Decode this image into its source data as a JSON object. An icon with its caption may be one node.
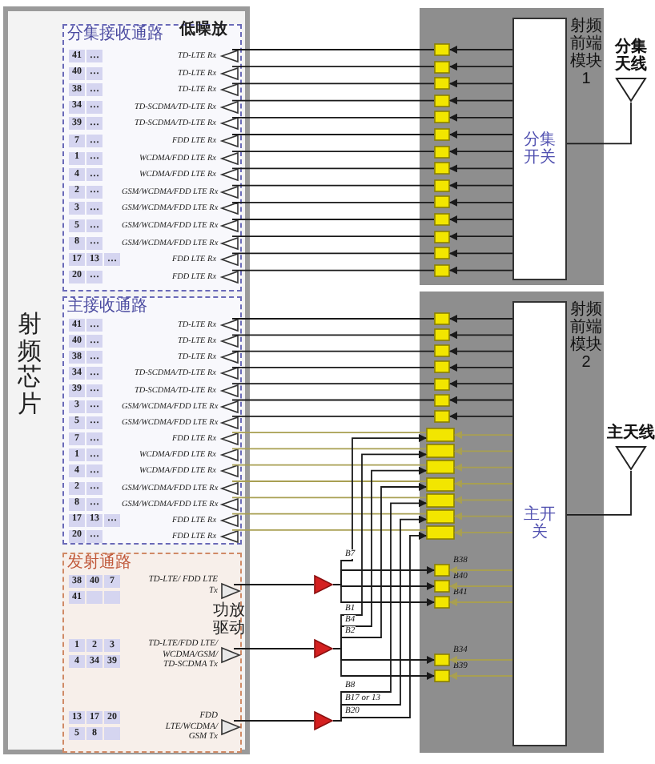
{
  "diagram": {
    "nodes": [
      {
        "text": [
          "射频芯片"
        ]
      },
      {
        "text": [
          "分集接收通路"
        ],
        "in": 0
      },
      {
        "text": [
          "41"
        ],
        "in": 1
      },
      {
        "text": [
          "…"
        ],
        "in": 1
      },
      {
        "text": [],
        "shape": "triangle",
        "beside": [
          "TD-LTE Rx"
        ],
        "in": 1
      },
      {
        "text": [
          "40"
        ],
        "in": 1
      },
      {
        "text": [
          "…"
        ],
        "in": 1
      },
      {
        "text": [],
        "shape": "triangle",
        "beside": [
          "TD-LTE Rx"
        ],
        "in": 1
      },
      {
        "text": [
          "38"
        ],
        "in": 1
      },
      {
        "text": [
          "…"
        ],
        "in": 1
      },
      {
        "text": [],
        "shape": "triangle",
        "beside": [
          "TD-LTE Rx"
        ],
        "in": 1
      },
      {
        "text": [
          "34"
        ],
        "in": 1
      },
      {
        "text": [
          "…"
        ],
        "in": 1
      },
      {
        "text": [],
        "shape": "triangle",
        "beside": [
          "TD-SCDMA/TD-LTE Rx"
        ],
        "in": 1
      },
      {
        "text": [
          "39"
        ],
        "in": 1
      },
      {
        "text": [
          "…"
        ],
        "in": 1
      },
      {
        "text": [],
        "shape": "triangle",
        "beside": [
          "TD-SCDMA/TD-LTE Rx"
        ],
        "in": 1
      },
      {
        "text": [
          "7"
        ],
        "in": 1
      },
      {
        "text": [
          "…"
        ],
        "in": 1
      },
      {
        "text": [],
        "shape": "triangle",
        "beside": [
          "FDD LTE Rx"
        ],
        "in": 1
      },
      {
        "text": [
          "1"
        ],
        "in": 1
      },
      {
        "text": [
          "…"
        ],
        "in": 1
      },
      {
        "text": [],
        "shape": "triangle",
        "beside": [
          "WCDMA/FDD LTE Rx"
        ],
        "in": 1
      },
      {
        "text": [
          "4"
        ],
        "in": 1
      },
      {
        "text": [
          "…"
        ],
        "in": 1
      },
      {
        "text": [],
        "shape": "triangle",
        "beside": [
          "WCDMA/FDD LTE Rx"
        ],
        "in": 1
      },
      {
        "text": [
          "2"
        ],
        "in": 1
      },
      {
        "text": [
          "…"
        ],
        "in": 1
      },
      {
        "text": [],
        "shape": "triangle",
        "beside": [
          "GSM/WCDMA/FDD LTE Rx"
        ],
        "in": 1
      },
      {
        "text": [
          "3"
        ],
        "in": 1
      },
      {
        "text": [
          "…"
        ],
        "in": 1
      },
      {
        "text": [],
        "shape": "triangle",
        "beside": [
          "GSM/WCDMA/FDD LTE Rx"
        ],
        "in": 1
      },
      {
        "text": [
          "5"
        ],
        "in": 1
      },
      {
        "text": [
          "…"
        ],
        "in": 1
      },
      {
        "text": [],
        "shape": "triangle",
        "beside": [
          "GSM/WCDMA/FDD LTE Rx"
        ],
        "in": 1
      },
      {
        "text": [
          "8"
        ],
        "in": 1
      },
      {
        "text": [
          "…"
        ],
        "in": 1
      },
      {
        "text": [],
        "shape": "triangle",
        "beside": [
          "GSM/WCDMA/FDD LTE Rx"
        ],
        "in": 1
      },
      {
        "text": [
          "17"
        ],
        "in": 1
      },
      {
        "text": [
          "13"
        ],
        "in": 1
      },
      {
        "text": [
          "…"
        ],
        "in": 1
      },
      {
        "text": [],
        "shape": "triangle",
        "beside": [
          "FDD LTE Rx"
        ],
        "in": 1
      },
      {
        "text": [
          "20"
        ],
        "in": 1
      },
      {
        "text": [
          "…"
        ],
        "in": 1
      },
      {
        "text": [],
        "shape": "triangle",
        "beside": [
          "FDD LTE Rx"
        ],
        "in": 1
      },
      {
        "text": [
          "主接收通路"
        ],
        "in": 0
      },
      {
        "text": [
          "41"
        ],
        "in": 45
      },
      {
        "text": [
          "…"
        ],
        "in": 45
      },
      {
        "text": [],
        "shape": "triangle",
        "beside": [
          "TD-LTE Rx"
        ],
        "in": 45
      },
      {
        "text": [
          "40"
        ],
        "in": 45
      },
      {
        "text": [
          "…"
        ],
        "in": 45
      },
      {
        "text": [],
        "shape": "triangle",
        "beside": [
          "TD-LTE Rx"
        ],
        "in": 45
      },
      {
        "text": [
          "38"
        ],
        "in": 45
      },
      {
        "text": [
          "…"
        ],
        "in": 45
      },
      {
        "text": [],
        "shape": "triangle",
        "beside": [
          "TD-LTE Rx"
        ],
        "in": 45
      },
      {
        "text": [
          "34"
        ],
        "in": 45
      },
      {
        "text": [
          "…"
        ],
        "in": 45
      },
      {
        "text": [],
        "shape": "triangle",
        "beside": [
          "TD-SCDMA/TD-LTE Rx"
        ],
        "in": 45
      },
      {
        "text": [
          "39"
        ],
        "in": 45
      },
      {
        "text": [
          "…"
        ],
        "in": 45
      },
      {
        "text": [],
        "shape": "triangle",
        "beside": [
          "TD-SCDMA/TD-LTE Rx"
        ],
        "in": 45
      },
      {
        "text": [
          "3"
        ],
        "in": 45
      },
      {
        "text": [
          "…"
        ],
        "in": 45
      },
      {
        "text": [],
        "shape": "triangle",
        "beside": [
          "GSM/WCDMA/FDD LTE Rx"
        ],
        "in": 45
      },
      {
        "text": [
          "5"
        ],
        "in": 45
      },
      {
        "text": [
          "…"
        ],
        "in": 45
      },
      {
        "text": [],
        "shape": "triangle",
        "beside": [
          "GSM/WCDMA/FDD LTE Rx"
        ],
        "in": 45
      },
      {
        "text": [
          "7"
        ],
        "in": 45
      },
      {
        "text": [
          "…"
        ],
        "in": 45
      },
      {
        "text": [],
        "shape": "triangle",
        "beside": [
          "FDD LTE Rx"
        ],
        "in": 45
      },
      {
        "text": [
          "1"
        ],
        "in": 45
      },
      {
        "text": [
          "…"
        ],
        "in": 45
      },
      {
        "text": [],
        "shape": "triangle",
        "beside": [
          "WCDMA/FDD LTE Rx"
        ],
        "in": 45
      },
      {
        "text": [
          "4"
        ],
        "in": 45
      },
      {
        "text": [
          "…"
        ],
        "in": 45
      },
      {
        "text": [],
        "shape": "triangle",
        "beside": [
          "WCDMA/FDD LTE Rx"
        ],
        "in": 45
      },
      {
        "text": [
          "2"
        ],
        "in": 45
      },
      {
        "text": [
          "…"
        ],
        "in": 45
      },
      {
        "text": [],
        "shape": "triangle",
        "beside": [
          "GSM/WCDMA/FDD LTE Rx"
        ],
        "in": 45
      },
      {
        "text": [
          "8"
        ],
        "in": 45
      },
      {
        "text": [
          "…"
        ],
        "in": 45
      },
      {
        "text": [],
        "shape": "triangle",
        "beside": [
          "GSM/WCDMA/FDD LTE Rx"
        ],
        "in": 45
      },
      {
        "text": [
          "17"
        ],
        "in": 45
      },
      {
        "text": [
          "13"
        ],
        "in": 45
      },
      {
        "text": [
          "…"
        ],
        "in": 45
      },
      {
        "text": [],
        "shape": "triangle",
        "beside": [
          "FDD LTE Rx"
        ],
        "in": 45
      },
      {
        "text": [
          "20"
        ],
        "in": 45
      },
      {
        "text": [
          "…"
        ],
        "in": 45
      },
      {
        "text": [],
        "shape": "triangle",
        "beside": [
          "FDD LTE Rx"
        ],
        "in": 45
      },
      {
        "text": [
          "发射通路"
        ],
        "in": 0
      },
      {
        "text": [
          "38"
        ],
        "in": 89
      },
      {
        "text": [
          "40"
        ],
        "in": 89
      },
      {
        "text": [
          "7"
        ],
        "in": 89
      },
      {
        "text": [
          "41"
        ],
        "in": 89
      },
      {
        "text": [],
        "shape": "triangle",
        "beside": [
          "TD-LTE/ FDD LTE Tx",
          "功放驱动"
        ],
        "in": 89
      },
      {
        "text": [
          "1"
        ],
        "in": 89
      },
      {
        "text": [
          "2"
        ],
        "in": 89
      },
      {
        "text": [
          "3"
        ],
        "in": 89
      },
      {
        "text": [
          "4"
        ],
        "in": 89
      },
      {
        "text": [
          "34"
        ],
        "in": 89
      },
      {
        "text": [
          "39"
        ],
        "in": 89
      },
      {
        "text": [],
        "shape": "triangle",
        "beside": [
          "TD-LTE/FDD LTE/ WCDMA/GSM/ TD-SCDMA Tx"
        ],
        "in": 89
      },
      {
        "text": [
          "13"
        ],
        "in": 89
      },
      {
        "text": [
          "17"
        ],
        "in": 89
      },
      {
        "text": [
          "20"
        ],
        "in": 89
      },
      {
        "text": [
          "5"
        ],
        "in": 89
      },
      {
        "text": [
          "8"
        ],
        "in": 89
      },
      {
        "text": [],
        "shape": "triangle",
        "beside": [
          "FDD LTE/WCDMA/ GSM Tx"
        ],
        "in": 89
      },
      {
        "text": [],
        "shape": "triangle"
      },
      {
        "text": [],
        "shape": "triangle"
      },
      {
        "text": [],
        "shape": "triangle"
      },
      {
        "text": [
          "射频前端模块 1"
        ]
      },
      {
        "text": [
          "分集开关"
        ],
        "in": 111
      },
      {
        "text": [],
        "shape": "box",
        "in": 111
      },
      {
        "text": [],
        "shape": "box",
        "in": 111
      },
      {
        "text": [],
        "shape": "box",
        "in": 111
      },
      {
        "text": [],
        "shape": "box",
        "in": 111
      },
      {
        "text": [],
        "shape": "box",
        "in": 111
      },
      {
        "text": [],
        "shape": "box",
        "in": 111
      },
      {
        "text": [],
        "shape": "box",
        "in": 111
      },
      {
        "text": [],
        "shape": "box",
        "in": 111
      },
      {
        "text": [],
        "shape": "box",
        "in": 111
      },
      {
        "text": [],
        "shape": "box",
        "in": 111
      },
      {
        "text": [],
        "shape": "box",
        "in": 111
      },
      {
        "text": [],
        "shape": "box",
        "in": 111
      },
      {
        "text": [],
        "shape": "box",
        "in": 111
      },
      {
        "text": [],
        "shape": "box",
        "in": 111
      },
      {
        "text": [
          "分集天线"
        ]
      },
      {
        "text": [
          "射频前端模块 2"
        ]
      },
      {
        "text": [
          "主开关"
        ],
        "in": 128
      },
      {
        "text": [],
        "shape": "box",
        "in": 128
      },
      {
        "text": [],
        "shape": "box",
        "in": 128
      },
      {
        "text": [],
        "shape": "box",
        "in": 128
      },
      {
        "text": [],
        "shape": "box",
        "in": 128
      },
      {
        "text": [],
        "shape": "box",
        "in": 128
      },
      {
        "text": [],
        "shape": "box",
        "in": 128
      },
      {
        "text": [],
        "shape": "box",
        "in": 128
      },
      {
        "text": [],
        "shape": "box",
        "in": 128
      },
      {
        "text": [],
        "shape": "box",
        "in": 128
      },
      {
        "text": [],
        "shape": "box",
        "in": 128
      },
      {
        "text": [],
        "shape": "box",
        "in": 128
      },
      {
        "text": [],
        "shape": "box",
        "in": 128
      },
      {
        "text": [],
        "shape": "box",
        "in": 128
      },
      {
        "text": [],
        "shape": "box",
        "in": 128
      },
      {
        "text": [],
        "shape": "box",
        "beside": [
          "B38"
        ],
        "in": 128
      },
      {
        "text": [],
        "shape": "box",
        "beside": [
          "B40"
        ],
        "in": 128
      },
      {
        "text": [],
        "shape": "box",
        "beside": [
          "B41"
        ],
        "in": 128
      },
      {
        "text": [],
        "shape": "box",
        "beside": [
          "B34"
        ],
        "in": 128
      },
      {
        "text": [],
        "shape": "box",
        "beside": [
          "B39"
        ],
        "in": 128
      },
      {
        "text": [
          "主天线"
        ]
      }
    ],
    "edges": [
      {
        "from": 113,
        "to": 4,
        "arrow": "none"
      },
      {
        "from": 112,
        "to": 113,
        "arrow": "to"
      },
      {
        "from": 114,
        "to": 7,
        "arrow": "none"
      },
      {
        "from": 112,
        "to": 114,
        "arrow": "to"
      },
      {
        "from": 115,
        "to": 10,
        "arrow": "none"
      },
      {
        "from": 112,
        "to": 115,
        "arrow": "to"
      },
      {
        "from": 116,
        "to": 13,
        "arrow": "none"
      },
      {
        "from": 112,
        "to": 116,
        "arrow": "to"
      },
      {
        "from": 117,
        "to": 16,
        "arrow": "none"
      },
      {
        "from": 112,
        "to": 117,
        "arrow": "to"
      },
      {
        "from": 118,
        "to": 19,
        "arrow": "none"
      },
      {
        "from": 112,
        "to": 118,
        "arrow": "to"
      },
      {
        "from": 119,
        "to": 22,
        "arrow": "none"
      },
      {
        "from": 112,
        "to": 119,
        "arrow": "to"
      },
      {
        "from": 120,
        "to": 25,
        "arrow": "none"
      },
      {
        "from": 112,
        "to": 120,
        "arrow": "to"
      },
      {
        "from": 121,
        "to": 28,
        "arrow": "none"
      },
      {
        "from": 112,
        "to": 121,
        "arrow": "to"
      },
      {
        "from": 122,
        "to": 31,
        "arrow": "none"
      },
      {
        "from": 112,
        "to": 122,
        "arrow": "to"
      },
      {
        "from": 123,
        "to": 34,
        "arrow": "none"
      },
      {
        "from": 112,
        "to": 123,
        "arrow": "to"
      },
      {
        "from": 124,
        "to": 37,
        "arrow": "none"
      },
      {
        "from": 112,
        "to": 124,
        "arrow": "to"
      },
      {
        "from": 125,
        "to": 41,
        "arrow": "none"
      },
      {
        "from": 112,
        "to": 125,
        "arrow": "to"
      },
      {
        "from": 126,
        "to": 44,
        "arrow": "none"
      },
      {
        "from": 112,
        "to": 126,
        "arrow": "to"
      },
      {
        "from": 112,
        "to": 127,
        "arrow": "none"
      },
      {
        "from": 130,
        "to": 48,
        "arrow": "none"
      },
      {
        "from": 129,
        "to": 130,
        "arrow": "to"
      },
      {
        "from": 131,
        "to": 51,
        "arrow": "none"
      },
      {
        "from": 129,
        "to": 131,
        "arrow": "to"
      },
      {
        "from": 132,
        "to": 54,
        "arrow": "none"
      },
      {
        "from": 129,
        "to": 132,
        "arrow": "to"
      },
      {
        "from": 133,
        "to": 57,
        "arrow": "none"
      },
      {
        "from": 129,
        "to": 133,
        "arrow": "to"
      },
      {
        "from": 134,
        "to": 60,
        "arrow": "none"
      },
      {
        "from": 129,
        "to": 134,
        "arrow": "to"
      },
      {
        "from": 135,
        "to": 63,
        "arrow": "none"
      },
      {
        "from": 129,
        "to": 135,
        "arrow": "to"
      },
      {
        "from": 136,
        "to": 66,
        "arrow": "none"
      },
      {
        "from": 129,
        "to": 136,
        "arrow": "to"
      },
      {
        "from": 137,
        "to": 69,
        "arrow": "none",
        "color": "#a89f52"
      },
      {
        "from": 129,
        "to": 137,
        "arrow": "to",
        "color": "#a89f52"
      },
      {
        "from": 138,
        "to": 72,
        "arrow": "none",
        "color": "#a89f52"
      },
      {
        "from": 129,
        "to": 138,
        "arrow": "to",
        "color": "#a89f52"
      },
      {
        "from": 139,
        "to": 75,
        "arrow": "none",
        "color": "#a89f52"
      },
      {
        "from": 129,
        "to": 139,
        "arrow": "to",
        "color": "#a89f52"
      },
      {
        "from": 140,
        "to": 78,
        "arrow": "none",
        "color": "#a89f52"
      },
      {
        "from": 129,
        "to": 140,
        "arrow": "to",
        "color": "#a89f52"
      },
      {
        "from": 141,
        "to": 81,
        "arrow": "none",
        "color": "#a89f52"
      },
      {
        "from": 129,
        "to": 141,
        "arrow": "to",
        "color": "#a89f52"
      },
      {
        "from": 142,
        "to": 85,
        "arrow": "none",
        "color": "#a89f52"
      },
      {
        "from": 129,
        "to": 142,
        "arrow": "to",
        "color": "#a89f52"
      },
      {
        "from": 143,
        "to": 88,
        "arrow": "none",
        "color": "#a89f52"
      },
      {
        "from": 129,
        "to": 143,
        "arrow": "to",
        "color": "#a89f52"
      },
      {
        "from": 129,
        "to": 144,
        "arrow": "to",
        "color": "#a89f52"
      },
      {
        "from": 129,
        "to": 145,
        "arrow": "to",
        "color": "#a89f52"
      },
      {
        "from": 129,
        "to": 146,
        "arrow": "to",
        "color": "#a89f52"
      },
      {
        "from": 129,
        "to": 147,
        "arrow": "to",
        "color": "#a89f52"
      },
      {
        "from": 129,
        "to": 148,
        "arrow": "to",
        "color": "#a89f52"
      },
      {
        "from": 129,
        "to": 149,
        "arrow": "none"
      },
      {
        "from": 94,
        "to": 108,
        "arrow": "none"
      },
      {
        "from": 101,
        "to": 109,
        "arrow": "none"
      },
      {
        "from": 107,
        "to": 110,
        "arrow": "none"
      },
      {
        "from": 108,
        "to": 137,
        "arrow": "to",
        "label": "B7"
      },
      {
        "from": 108,
        "to": 144,
        "arrow": "to"
      },
      {
        "from": 108,
        "to": 145,
        "arrow": "to"
      },
      {
        "from": 108,
        "to": 146,
        "arrow": "to"
      },
      {
        "from": 109,
        "to": 138,
        "arrow": "to",
        "label": "B1"
      },
      {
        "from": 109,
        "to": 139,
        "arrow": "to",
        "label": "B4"
      },
      {
        "from": 109,
        "to": 140,
        "arrow": "to",
        "label": "B2"
      },
      {
        "from": 109,
        "to": 147,
        "arrow": "to"
      },
      {
        "from": 109,
        "to": 148,
        "arrow": "to"
      },
      {
        "from": 110,
        "to": 141,
        "arrow": "to",
        "label": "B8"
      },
      {
        "from": 110,
        "to": 142,
        "arrow": "to",
        "label": "B17 or 13"
      },
      {
        "from": 110,
        "to": 143,
        "arrow": "to",
        "label": "B20"
      }
    ],
    "labels": [
      "低噪放"
    ]
  }
}
